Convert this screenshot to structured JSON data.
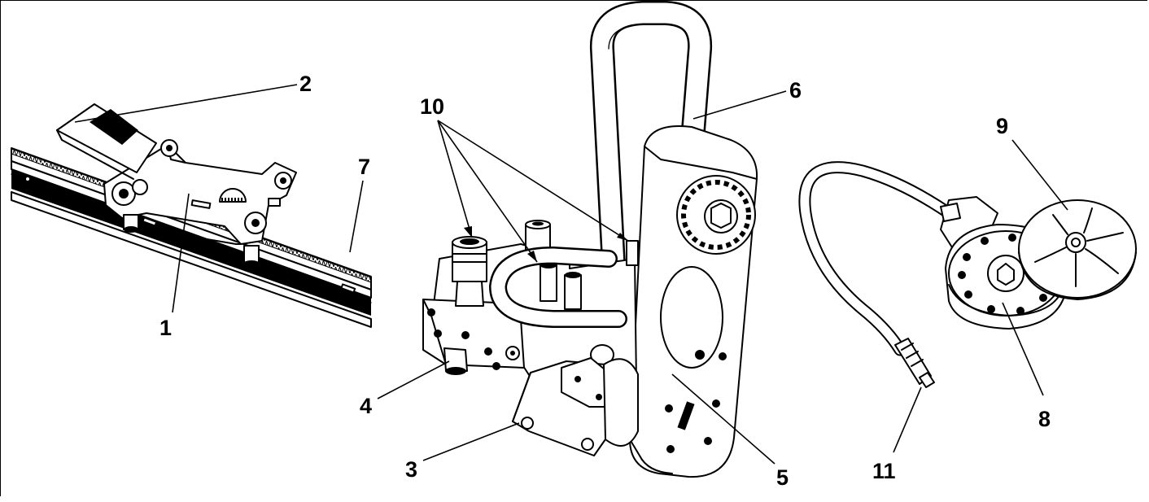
{
  "callouts": [
    {
      "id": "1",
      "label": "1"
    },
    {
      "id": "2",
      "label": "2"
    },
    {
      "id": "3",
      "label": "3"
    },
    {
      "id": "4",
      "label": "4"
    },
    {
      "id": "5",
      "label": "5"
    },
    {
      "id": "6",
      "label": "6"
    },
    {
      "id": "7",
      "label": "7"
    },
    {
      "id": "8",
      "label": "8"
    },
    {
      "id": "9",
      "label": "9"
    },
    {
      "id": "10",
      "label": "10"
    },
    {
      "id": "11",
      "label": "11"
    }
  ],
  "colors": {
    "ink": "#000000",
    "paper": "#ffffff"
  }
}
